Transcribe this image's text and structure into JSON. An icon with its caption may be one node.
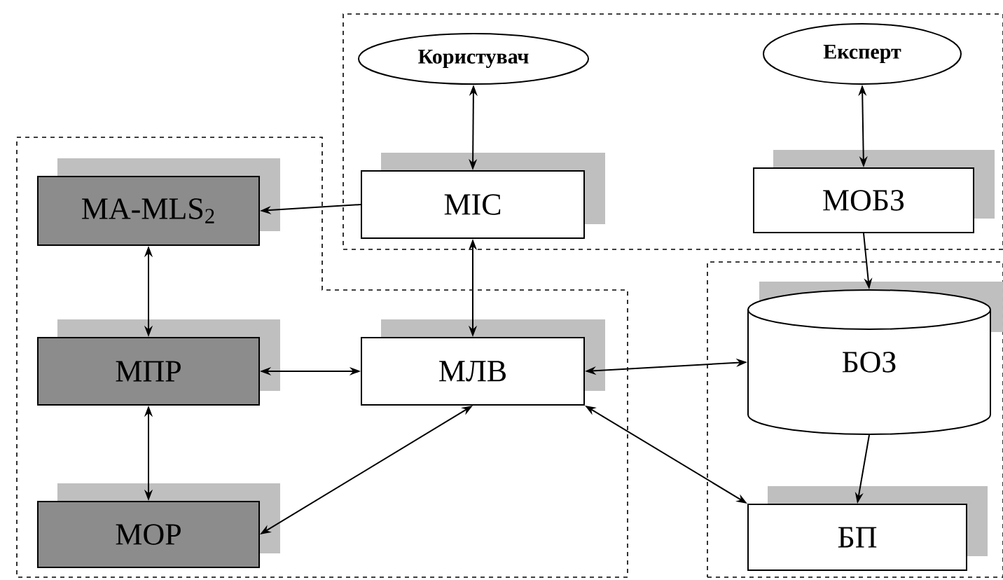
{
  "diagram": {
    "nodes": [
      {
        "text": [],
        "shape": "box"
      },
      {
        "text": [
          "Користувач"
        ],
        "in": 0
      },
      {
        "text": [
          "Експерт"
        ],
        "in": 0
      },
      {
        "text": [
          "МІС"
        ],
        "in": 0
      },
      {
        "text": [
          "МОБЗ"
        ],
        "in": 0
      },
      {
        "text": [],
        "shape": "box"
      },
      {
        "text": [
          "MA-MLS$_{2}$"
        ],
        "in": 5
      },
      {
        "text": [
          "МПР"
        ],
        "in": 5
      },
      {
        "text": [
          "МЛВ"
        ],
        "in": 5
      },
      {
        "text": [
          "МОР"
        ],
        "in": 5
      },
      {
        "text": [],
        "shape": "box"
      },
      {
        "text": [
          "БОЗ"
        ],
        "in": 10
      },
      {
        "text": [
          "БП"
        ],
        "in": 10
      }
    ],
    "edges": [
      {
        "from": 1,
        "to": 3,
        "arrow": "both"
      },
      {
        "from": 2,
        "to": 4,
        "arrow": "both"
      },
      {
        "from": 3,
        "to": 6,
        "arrow": "to"
      },
      {
        "from": 3,
        "to": 8,
        "arrow": "both"
      },
      {
        "from": 4,
        "to": 11,
        "arrow": "to"
      },
      {
        "from": 6,
        "to": 7,
        "arrow": "both"
      },
      {
        "from": 7,
        "to": 8,
        "arrow": "both"
      },
      {
        "from": 7,
        "to": 9,
        "arrow": "both"
      },
      {
        "from": 9,
        "to": 8,
        "arrow": "both"
      },
      {
        "from": 8,
        "to": 11,
        "arrow": "both"
      },
      {
        "from": 8,
        "to": 12,
        "arrow": "both"
      },
      {
        "from": 11,
        "to": 12,
        "arrow": "to"
      }
    ]
  }
}
